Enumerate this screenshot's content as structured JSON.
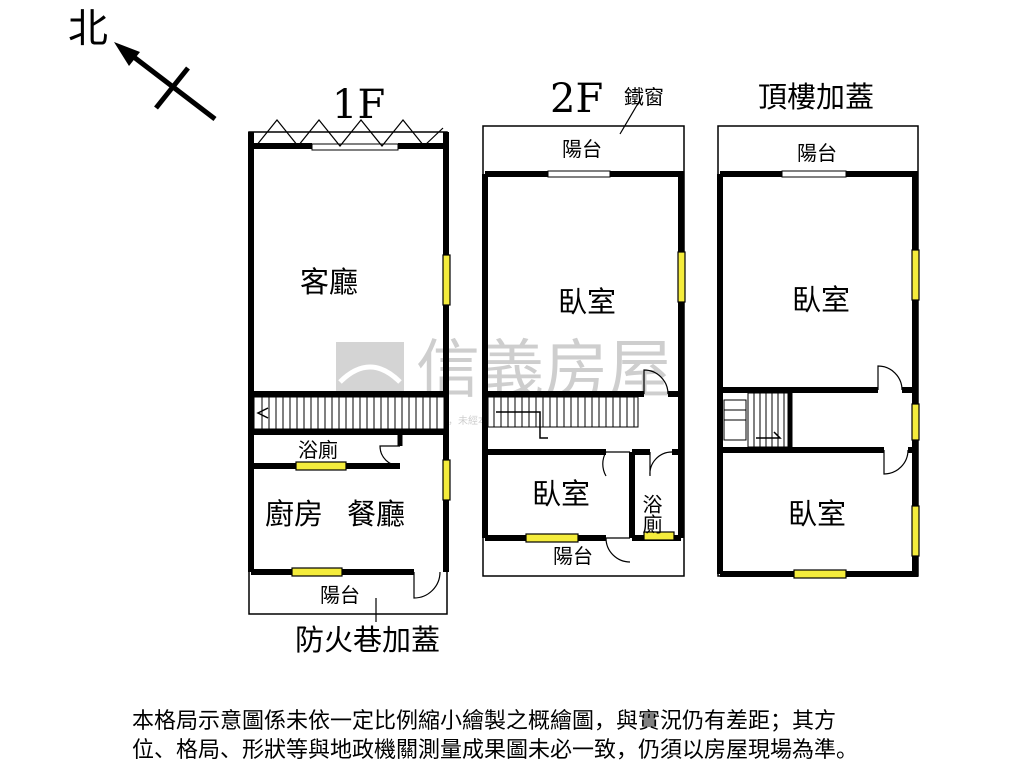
{
  "compass": {
    "north_label": "北"
  },
  "floors": [
    {
      "title": "1F",
      "rooms": [
        "客廳",
        "浴廁",
        "廚房",
        "餐廳",
        "陽台"
      ],
      "note": "防火巷加蓋"
    },
    {
      "title": "2F",
      "rooms": [
        "陽台",
        "臥室",
        "臥室",
        "浴廁",
        "陽台"
      ],
      "note": "鐵窗"
    },
    {
      "title": "頂樓加蓋",
      "rooms": [
        "陽台",
        "臥室",
        "臥室"
      ]
    }
  ],
  "watermark": {
    "brand": "信義房屋",
    "fine_print": "本格局圖係信義房屋繪製，未經本公司授權不得轉載，違者必究"
  },
  "disclaimer": {
    "line1": "本格局示意圖係未依一定比例縮小繪製之概繪圖，與實況仍有差距；其方",
    "line2": "位、格局、形狀等與地政機關測量成果圖未必一致，仍須以房屋現場為準。"
  },
  "colors": {
    "wall": "#000000",
    "window": "#f4ec3c",
    "watermark": "#b8b8b8"
  }
}
